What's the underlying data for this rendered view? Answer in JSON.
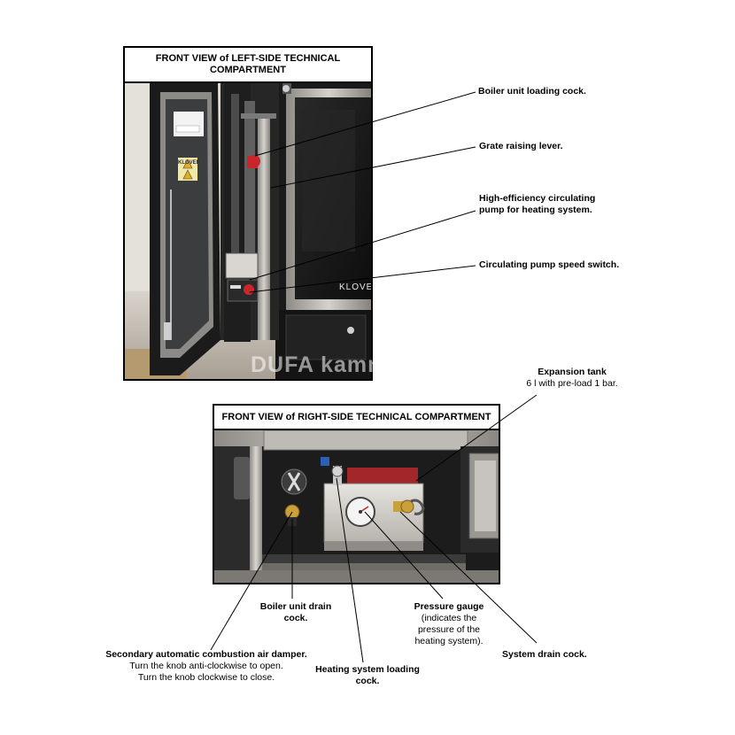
{
  "watermark": "DUFA kamna, s.r.o.",
  "top_panel": {
    "title_line1": "FRONT VIEW of LEFT-SIDE TECHNICAL",
    "title_line2": "COMPARTMENT",
    "door_logo": "KLOVER",
    "brand_text": "KLOVE",
    "labels": {
      "loading_cock": "Boiler unit loading cock.",
      "grate_lever": "Grate raising lever.",
      "pump_line1": "High-efficiency circulating",
      "pump_line2": "pump for heating system.",
      "pump_switch": "Circulating pump speed switch."
    }
  },
  "bottom_panel": {
    "title": "FRONT VIEW of RIGHT-SIDE TECHNICAL COMPARTMENT",
    "labels": {
      "expansion_title": "Expansion tank",
      "expansion_sub": "6 l with pre-load 1 bar.",
      "drain_line1": "Boiler unit drain",
      "drain_line2": "cock.",
      "damper_title": "Secondary automatic combustion air damper.",
      "damper_sub1": "Turn the knob anti-clockwise to open.",
      "damper_sub2": "Turn the knob clockwise to close.",
      "loading_line1": "Heating system loading",
      "loading_line2": "cock.",
      "gauge_title": "Pressure gauge",
      "gauge_sub1": "(indicates the",
      "gauge_sub2": "pressure of the",
      "gauge_sub3": "heating system).",
      "system_drain": "System drain cock."
    }
  },
  "colors": {
    "steel": "#b9b6b1",
    "dark": "#1b1b1b",
    "red_valve": "#c8262a",
    "brass": "#c9a03a"
  }
}
